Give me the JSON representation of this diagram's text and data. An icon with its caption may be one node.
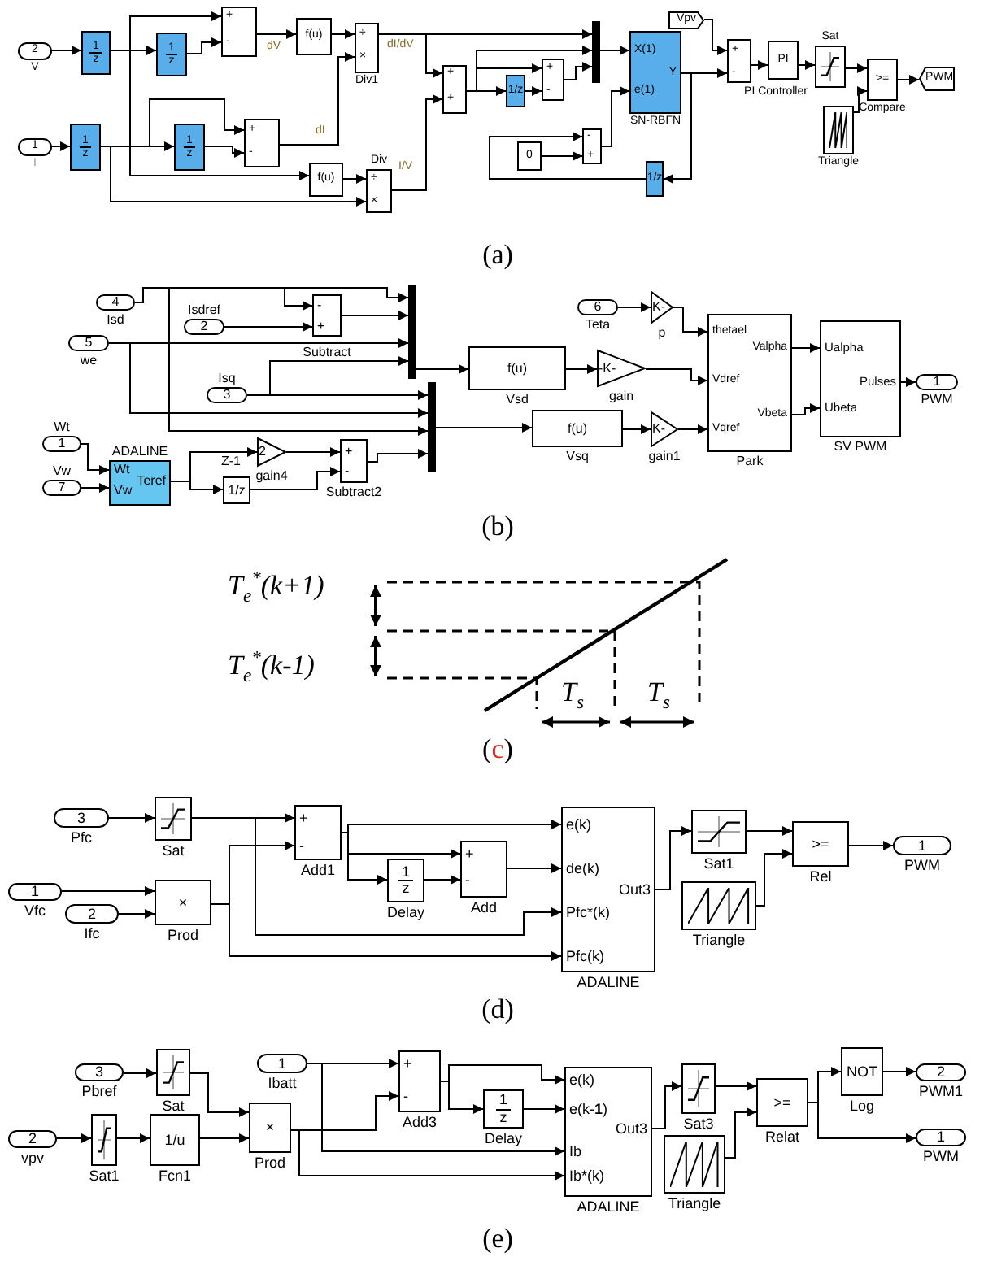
{
  "diagram": {
    "nodes": [
      {
        "text": [
          "2"
        ],
        "beside": [
          "V"
        ]
      },
      {
        "text": [
          "1",
          "z"
        ]
      },
      {
        "text": [
          "1",
          "z"
        ]
      },
      {
        "text": [
          "+",
          "-"
        ]
      },
      {
        "text": [
          "f(u)"
        ]
      },
      {
        "text": [
          "÷",
          "×"
        ],
        "beside": [
          "Div1"
        ]
      },
      {
        "text": [
          "1"
        ],
        "beside": [
          "I"
        ]
      },
      {
        "text": [
          "1",
          "z"
        ]
      },
      {
        "text": [
          "1",
          "z"
        ]
      },
      {
        "text": [
          "+",
          "-"
        ]
      },
      {
        "text": [
          "f(u)"
        ]
      },
      {
        "text": [
          "÷",
          "×"
        ],
        "beside": [
          "Div"
        ]
      },
      {
        "text": [
          "+",
          "+"
        ]
      },
      {
        "text": [
          "1/z"
        ]
      },
      {
        "text": [
          "+",
          "-"
        ]
      },
      {
        "text": [],
        "shape": "bar"
      },
      {
        "text": [
          "0"
        ]
      },
      {
        "text": [
          "-",
          "+"
        ]
      },
      {
        "text": [
          "X(1)",
          "e(1)",
          "Y"
        ],
        "beside": [
          "SN-RBFN"
        ]
      },
      {
        "text": [
          "Vpv"
        ]
      },
      {
        "text": [
          "+",
          "-"
        ]
      },
      {
        "text": [
          "PI"
        ],
        "beside": [
          "PI Controller"
        ]
      },
      {
        "text": [],
        "shape": "box",
        "beside": [
          "Sat"
        ]
      },
      {
        "text": [],
        "shape": "box",
        "beside": [
          "Triangle"
        ]
      },
      {
        "text": [
          ">="
        ],
        "beside": [
          "Compare"
        ]
      },
      {
        "text": [
          "PWM"
        ]
      },
      {
        "text": [
          "1/z"
        ]
      },
      {
        "text": [
          "4"
        ],
        "beside": [
          "Isd"
        ]
      },
      {
        "text": [
          "2"
        ],
        "beside": [
          "Isdref"
        ]
      },
      {
        "text": [
          "5"
        ],
        "beside": [
          "we"
        ]
      },
      {
        "text": [
          "-",
          "+"
        ],
        "beside": [
          "Subtract"
        ]
      },
      {
        "text": [],
        "shape": "bar"
      },
      {
        "text": [
          "3"
        ],
        "beside": [
          "Isq"
        ]
      },
      {
        "text": [],
        "shape": "bar"
      },
      {
        "text": [
          "1"
        ],
        "beside": [
          "Wt"
        ]
      },
      {
        "text": [
          "7"
        ],
        "beside": [
          "Vw"
        ]
      },
      {
        "text": [
          "Wt",
          "Vw",
          "Teref"
        ],
        "beside": [
          "ADALINE"
        ]
      },
      {
        "text": [
          "2"
        ],
        "beside": [
          "gain4"
        ]
      },
      {
        "text": [
          "1/z"
        ],
        "beside": [
          "Z-1"
        ]
      },
      {
        "text": [
          "+",
          "-"
        ],
        "beside": [
          "Subtract2"
        ]
      },
      {
        "text": [
          "f(u)"
        ],
        "beside": [
          "Vsd"
        ]
      },
      {
        "text": [
          "-K-"
        ],
        "beside": [
          "gain"
        ]
      },
      {
        "text": [
          "f(u)"
        ],
        "beside": [
          "Vsq"
        ]
      },
      {
        "text": [
          "K-"
        ],
        "beside": [
          "gain1"
        ]
      },
      {
        "text": [
          "6"
        ],
        "beside": [
          "Teta"
        ]
      },
      {
        "text": [
          "K-"
        ],
        "beside": [
          "p"
        ]
      },
      {
        "text": [
          "thetael",
          "Vdref",
          "Vqref",
          "Valpha",
          "Vbeta"
        ],
        "beside": [
          "Park"
        ]
      },
      {
        "text": [
          "Ualpha",
          "Pulses",
          "Ubeta"
        ],
        "beside": [
          "SV PWM"
        ]
      },
      {
        "text": [
          "1"
        ],
        "beside": [
          "PWM"
        ]
      },
      {
        "text": [
          "3"
        ],
        "beside": [
          "Pfc"
        ]
      },
      {
        "text": [],
        "shape": "box",
        "beside": [
          "Sat"
        ]
      },
      {
        "text": [
          "+",
          "-"
        ],
        "beside": [
          "Add1"
        ]
      },
      {
        "text": [
          "1"
        ],
        "beside": [
          "Vfc"
        ]
      },
      {
        "text": [
          "2"
        ],
        "beside": [
          "Ifc"
        ]
      },
      {
        "text": [
          "×"
        ],
        "beside": [
          "Prod"
        ]
      },
      {
        "text": [
          "1",
          "z"
        ],
        "beside": [
          "Delay"
        ]
      },
      {
        "text": [
          "+",
          "-"
        ],
        "beside": [
          "Add"
        ]
      },
      {
        "text": [
          "e(k)",
          "de(k)",
          "Pfc*(k)",
          "Pfc(k)",
          "Out3"
        ],
        "beside": [
          "ADALINE"
        ]
      },
      {
        "text": [],
        "shape": "box",
        "beside": [
          "Sat1"
        ]
      },
      {
        "text": [],
        "shape": "box",
        "beside": [
          "Triangle"
        ]
      },
      {
        "text": [
          ">="
        ],
        "beside": [
          "Rel"
        ]
      },
      {
        "text": [
          "1"
        ],
        "beside": [
          "PWM"
        ]
      },
      {
        "text": [
          "3"
        ],
        "beside": [
          "Pbref"
        ]
      },
      {
        "text": [],
        "shape": "box",
        "beside": [
          "Sat"
        ]
      },
      {
        "text": [
          "1"
        ],
        "beside": [
          "Ibatt"
        ]
      },
      {
        "text": [
          "2"
        ],
        "beside": [
          "vpv"
        ]
      },
      {
        "text": [],
        "shape": "box",
        "beside": [
          "Sat1"
        ]
      },
      {
        "text": [
          "1/u"
        ],
        "beside": [
          "Fcn1"
        ]
      },
      {
        "text": [
          "×"
        ],
        "beside": [
          "Prod"
        ]
      },
      {
        "text": [
          "+",
          "-"
        ],
        "beside": [
          "Add3"
        ]
      },
      {
        "text": [
          "1",
          "z"
        ],
        "beside": [
          "Delay"
        ]
      },
      {
        "text": [
          "e(k)",
          "e(k-**1**)",
          "Ib",
          "Ib*(k)",
          "Out3"
        ],
        "beside": [
          "ADALINE"
        ]
      },
      {
        "text": [],
        "shape": "box",
        "beside": [
          "Sat3"
        ]
      },
      {
        "text": [],
        "shape": "box",
        "beside": [
          "Triangle"
        ]
      },
      {
        "text": [
          ">="
        ],
        "beside": [
          "Relat"
        ]
      },
      {
        "text": [
          "NOT"
        ],
        "beside": [
          "Log"
        ]
      },
      {
        "text": [
          "2"
        ],
        "beside": [
          "PWM1"
        ]
      },
      {
        "text": [
          "1"
        ],
        "beside": [
          "PWM"
        ]
      }
    ],
    "edges": [
      {
        "from": 0,
        "to": 1,
        "arrow": "to"
      },
      {
        "from": 1,
        "to": 2,
        "arrow": "to"
      },
      {
        "from": 1,
        "to": 3,
        "arrow": "to"
      },
      {
        "from": 2,
        "to": 3,
        "arrow": "to"
      },
      {
        "from": 1,
        "to": 10,
        "arrow": "to"
      },
      {
        "from": 3,
        "to": 4,
        "arrow": "to",
        "label": "dV"
      },
      {
        "from": 4,
        "to": 5,
        "arrow": "to"
      },
      {
        "from": 6,
        "to": 7,
        "arrow": "to"
      },
      {
        "from": 7,
        "to": 8,
        "arrow": "to"
      },
      {
        "from": 7,
        "to": 9,
        "arrow": "to"
      },
      {
        "from": 8,
        "to": 9,
        "arrow": "to"
      },
      {
        "from": 7,
        "to": 11,
        "arrow": "to"
      },
      {
        "from": 9,
        "to": 5,
        "arrow": "to",
        "label": "dI"
      },
      {
        "from": 10,
        "to": 11,
        "arrow": "to"
      },
      {
        "from": 5,
        "to": 15,
        "arrow": "to",
        "label": "dI/dV"
      },
      {
        "from": 5,
        "to": 12,
        "arrow": "to"
      },
      {
        "from": 11,
        "to": 12,
        "arrow": "to",
        "label": "I/V"
      },
      {
        "from": 12,
        "to": 15,
        "arrow": "to"
      },
      {
        "from": 12,
        "to": 13,
        "arrow": "to"
      },
      {
        "from": 12,
        "to": 14,
        "arrow": "to"
      },
      {
        "from": 13,
        "to": 14,
        "arrow": "to"
      },
      {
        "from": 14,
        "to": 15,
        "arrow": "to"
      },
      {
        "from": 15,
        "to": 18,
        "arrow": "to"
      },
      {
        "from": 16,
        "to": 17,
        "arrow": "to"
      },
      {
        "from": 26,
        "to": 17,
        "arrow": "to"
      },
      {
        "from": 17,
        "to": 18,
        "arrow": "to"
      },
      {
        "from": 18,
        "to": 20,
        "arrow": "to"
      },
      {
        "from": 18,
        "to": 26,
        "arrow": "to"
      },
      {
        "from": 19,
        "to": 20,
        "arrow": "to"
      },
      {
        "from": 20,
        "to": 21,
        "arrow": "to"
      },
      {
        "from": 21,
        "to": 22,
        "arrow": "to"
      },
      {
        "from": 22,
        "to": 24,
        "arrow": "to"
      },
      {
        "from": 23,
        "to": 24,
        "arrow": "to"
      },
      {
        "from": 24,
        "to": 25,
        "arrow": "to"
      },
      {
        "from": 27,
        "to": 30,
        "arrow": "to"
      },
      {
        "from": 27,
        "to": 31,
        "arrow": "to"
      },
      {
        "from": 27,
        "to": 33,
        "arrow": "to"
      },
      {
        "from": 28,
        "to": 30,
        "arrow": "to"
      },
      {
        "from": 29,
        "to": 31,
        "arrow": "to"
      },
      {
        "from": 29,
        "to": 33,
        "arrow": "to"
      },
      {
        "from": 30,
        "to": 31,
        "arrow": "to"
      },
      {
        "from": 32,
        "to": 31,
        "arrow": "to"
      },
      {
        "from": 32,
        "to": 33,
        "arrow": "to"
      },
      {
        "from": 34,
        "to": 36,
        "arrow": "to"
      },
      {
        "from": 35,
        "to": 36,
        "arrow": "to"
      },
      {
        "from": 36,
        "to": 37,
        "arrow": "to"
      },
      {
        "from": 36,
        "to": 38,
        "arrow": "to"
      },
      {
        "from": 37,
        "to": 39,
        "arrow": "to"
      },
      {
        "from": 38,
        "to": 39,
        "arrow": "to"
      },
      {
        "from": 39,
        "to": 33,
        "arrow": "to"
      },
      {
        "from": 31,
        "to": 40,
        "arrow": "to"
      },
      {
        "from": 40,
        "to": 41,
        "arrow": "to"
      },
      {
        "from": 41,
        "to": 46,
        "arrow": "to"
      },
      {
        "from": 33,
        "to": 42,
        "arrow": "to"
      },
      {
        "from": 42,
        "to": 43,
        "arrow": "to"
      },
      {
        "from": 43,
        "to": 46,
        "arrow": "to"
      },
      {
        "from": 44,
        "to": 45,
        "arrow": "to"
      },
      {
        "from": 45,
        "to": 46,
        "arrow": "to"
      },
      {
        "from": 46,
        "to": 47,
        "arrow": "to"
      },
      {
        "from": 46,
        "to": 47,
        "arrow": "to"
      },
      {
        "from": 47,
        "to": 48,
        "arrow": "to"
      },
      {
        "from": 49,
        "to": 50,
        "arrow": "to"
      },
      {
        "from": 50,
        "to": 51,
        "arrow": "to"
      },
      {
        "from": 50,
        "to": 57,
        "arrow": "to"
      },
      {
        "from": 52,
        "to": 54,
        "arrow": "to"
      },
      {
        "from": 53,
        "to": 54,
        "arrow": "to"
      },
      {
        "from": 54,
        "to": 51,
        "arrow": "to"
      },
      {
        "from": 54,
        "to": 57,
        "arrow": "to"
      },
      {
        "from": 51,
        "to": 57,
        "arrow": "to"
      },
      {
        "from": 51,
        "to": 56,
        "arrow": "to"
      },
      {
        "from": 51,
        "to": 55,
        "arrow": "to"
      },
      {
        "from": 55,
        "to": 56,
        "arrow": "to"
      },
      {
        "from": 56,
        "to": 57,
        "arrow": "to"
      },
      {
        "from": 57,
        "to": 58,
        "arrow": "to"
      },
      {
        "from": 58,
        "to": 60,
        "arrow": "to"
      },
      {
        "from": 59,
        "to": 60,
        "arrow": "to"
      },
      {
        "from": 60,
        "to": 61,
        "arrow": "to"
      },
      {
        "from": 62,
        "to": 63,
        "arrow": "to"
      },
      {
        "from": 63,
        "to": 68,
        "arrow": "to"
      },
      {
        "from": 65,
        "to": 66,
        "arrow": "to"
      },
      {
        "from": 66,
        "to": 67,
        "arrow": "to"
      },
      {
        "from": 67,
        "to": 68,
        "arrow": "to"
      },
      {
        "from": 64,
        "to": 69,
        "arrow": "to"
      },
      {
        "from": 64,
        "to": 71,
        "arrow": "to"
      },
      {
        "from": 68,
        "to": 69,
        "arrow": "to"
      },
      {
        "from": 68,
        "to": 71,
        "arrow": "to"
      },
      {
        "from": 69,
        "to": 71,
        "arrow": "to"
      },
      {
        "from": 69,
        "to": 70,
        "arrow": "to"
      },
      {
        "from": 70,
        "to": 71,
        "arrow": "to"
      },
      {
        "from": 71,
        "to": 72,
        "arrow": "to"
      },
      {
        "from": 72,
        "to": 74,
        "arrow": "to"
      },
      {
        "from": 73,
        "to": 74,
        "arrow": "to"
      },
      {
        "from": 74,
        "to": 75,
        "arrow": "to"
      },
      {
        "from": 74,
        "to": 77,
        "arrow": "to"
      },
      {
        "from": 75,
        "to": 76,
        "arrow": "to"
      }
    ],
    "labels": [
      "(a)",
      "(b)",
      "T$_{e}$$^{*}$(k+1)",
      "T$_{e}$$^{*}$(k-1)",
      "T$_{s}$",
      "T$_{s}$",
      "(c)",
      "(d)",
      "(e)"
    ]
  }
}
